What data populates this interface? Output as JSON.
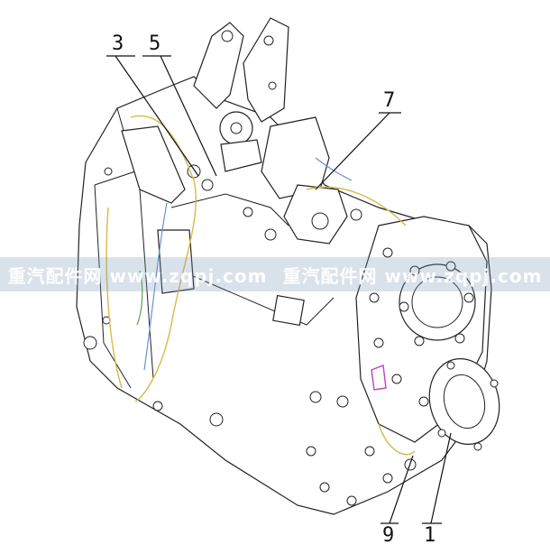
{
  "callouts": {
    "c3": "3",
    "c5": "5",
    "c7": "7",
    "c9": "9",
    "c1": "1"
  },
  "watermark": {
    "left": "重汽配件网 www.zqpj.com",
    "right": "重汽配件网 www.zqpj.com"
  },
  "colors": {
    "line": "#111111",
    "wire_yellow": "#d9b84a",
    "wire_blue": "#6a8fd8",
    "wire_magenta": "#c040c0",
    "watermark_band": "#7896b4"
  }
}
